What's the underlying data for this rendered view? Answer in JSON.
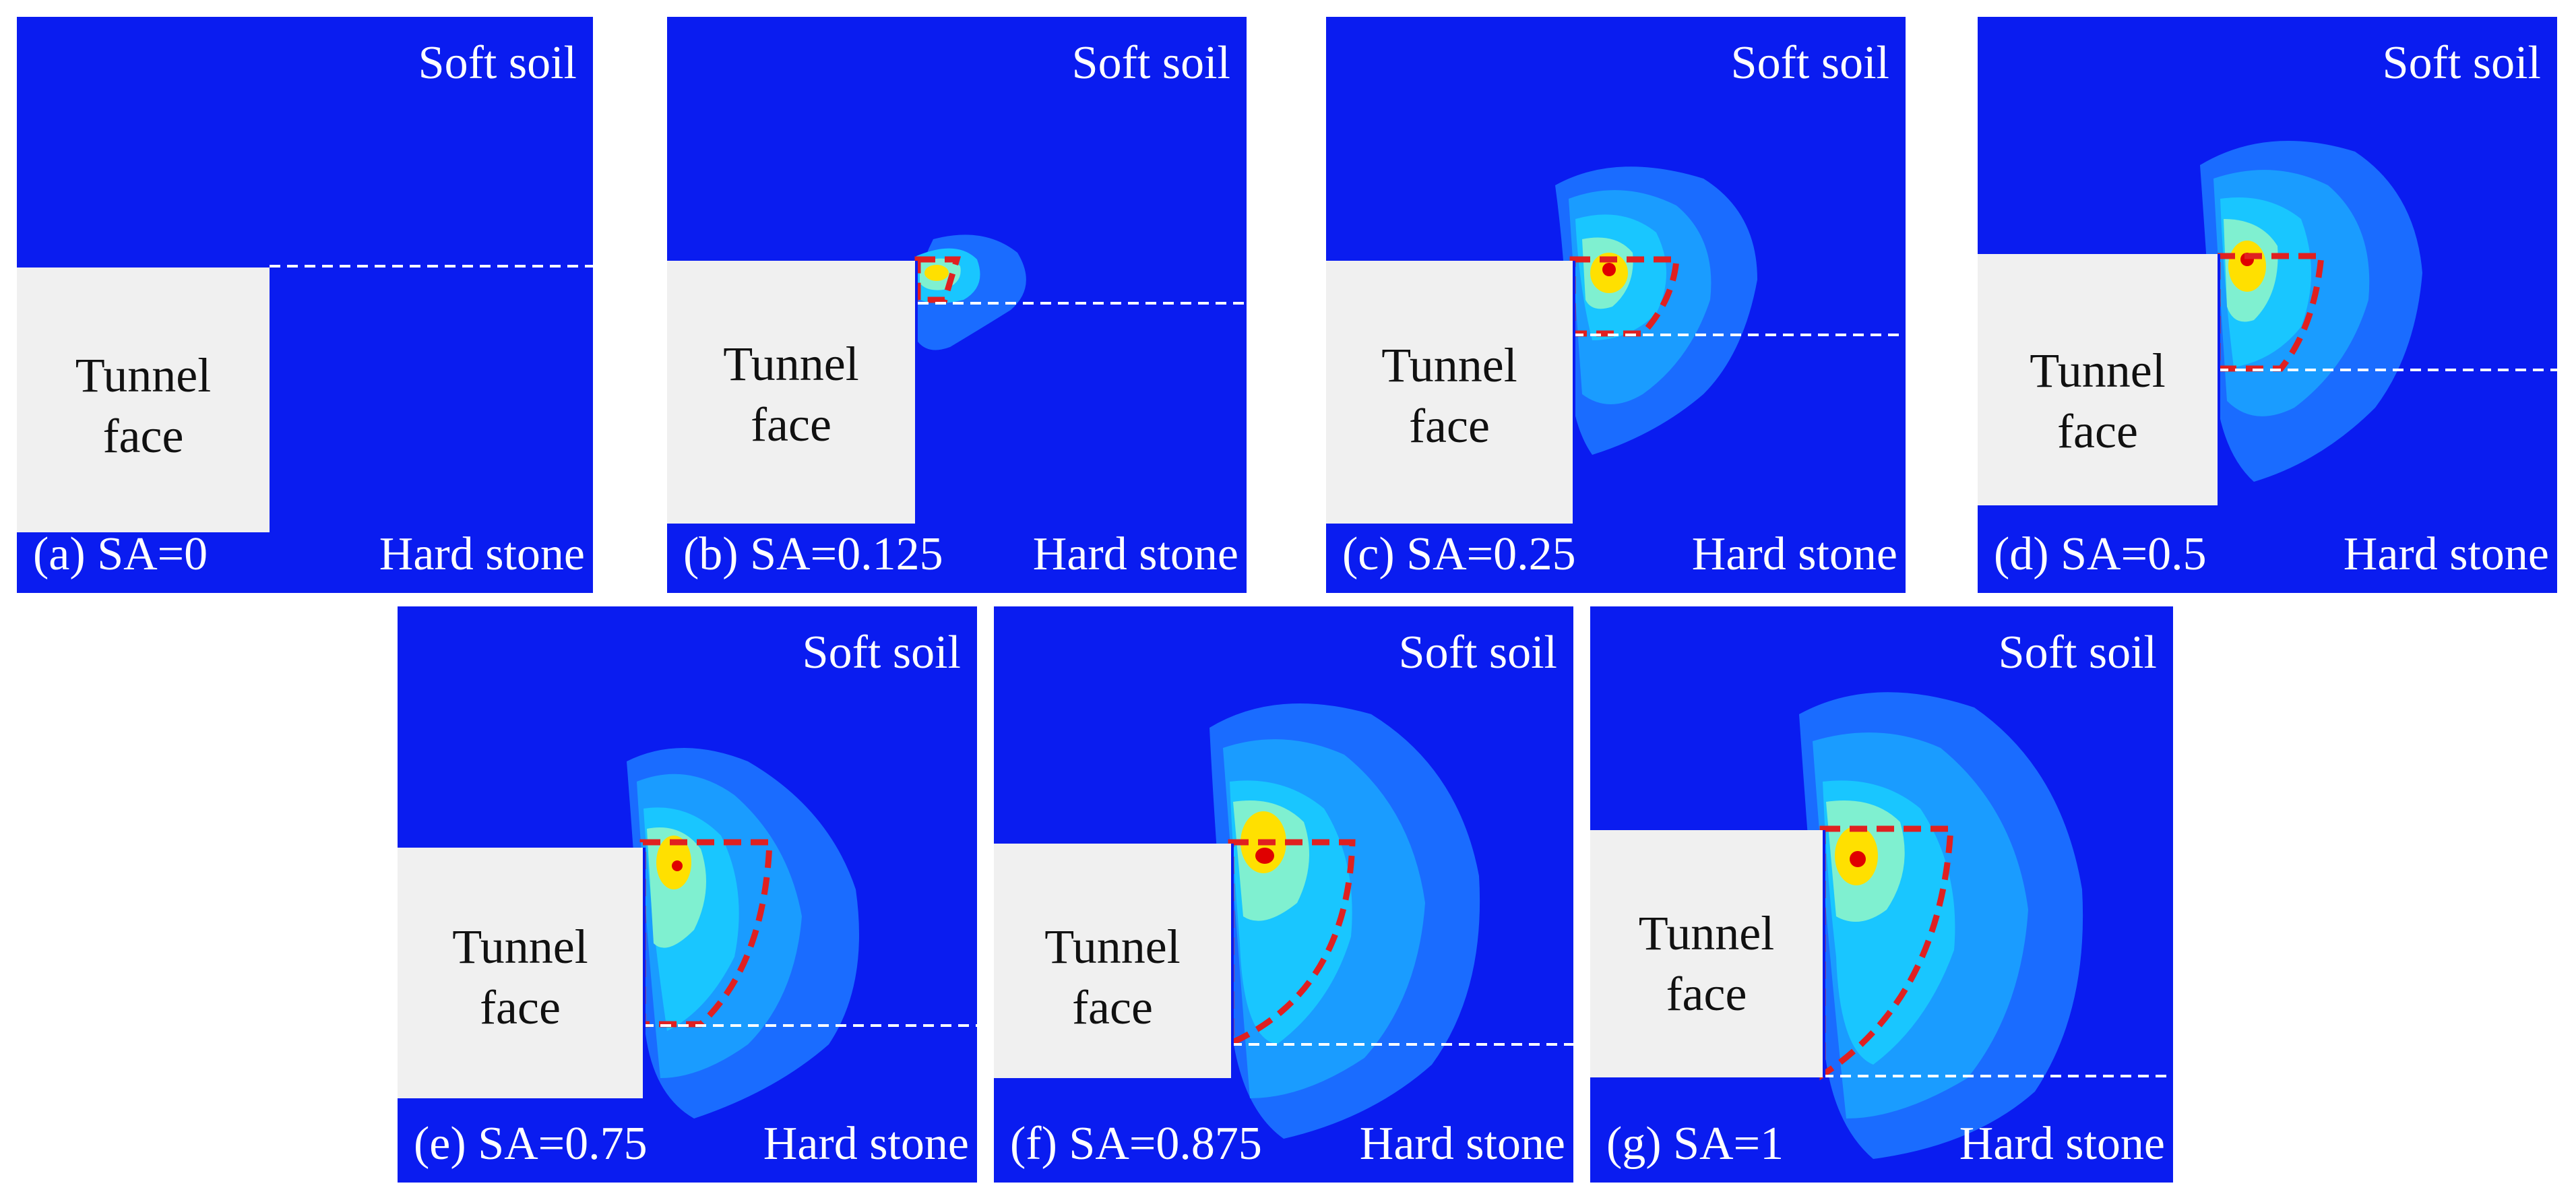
{
  "figure": {
    "panels": [
      {
        "id": "a",
        "label": "(a) SA=0",
        "top_label": "Soft soil",
        "bottom_label": "Hard stone",
        "face_line1": "Tunnel",
        "face_line2": "face",
        "sa": 0
      },
      {
        "id": "b",
        "label": "(b) SA=0.125",
        "top_label": "Soft soil",
        "bottom_label": "Hard stone",
        "face_line1": "Tunnel",
        "face_line2": "face",
        "sa": 0.125
      },
      {
        "id": "c",
        "label": "(c) SA=0.25",
        "top_label": "Soft soil",
        "bottom_label": "Hard stone",
        "face_line1": "Tunnel",
        "face_line2": "face",
        "sa": 0.25
      },
      {
        "id": "d",
        "label": "(d) SA=0.5",
        "top_label": "Soft soil",
        "bottom_label": "Hard stone",
        "face_line1": "Tunnel",
        "face_line2": "face",
        "sa": 0.5
      },
      {
        "id": "e",
        "label": "(e) SA=0.75",
        "top_label": "Soft soil",
        "bottom_label": "Hard stone",
        "face_line1": "Tunnel",
        "face_line2": "face",
        "sa": 0.75
      },
      {
        "id": "f",
        "label": "(f) SA=0.875",
        "top_label": "Soft soil",
        "bottom_label": "Hard stone",
        "face_line1": "Tunnel",
        "face_line2": "face",
        "sa": 0.875
      },
      {
        "id": "g",
        "label": "(g) SA=1",
        "top_label": "Soft soil",
        "bottom_label": "Hard stone",
        "face_line1": "Tunnel",
        "face_line2": "face",
        "sa": 1
      }
    ],
    "colors": {
      "background": "#0a1cf0",
      "tunnel_face": "#f0f0f0",
      "failure_zone_outline": "#e02020",
      "interface_line": "#ffffff",
      "contour_low": "#1a6cff",
      "contour_mid": "#19c6ff",
      "contour_high": "#7ff0d0",
      "peak": "#ffe000",
      "peak_core": "#e00000"
    }
  }
}
